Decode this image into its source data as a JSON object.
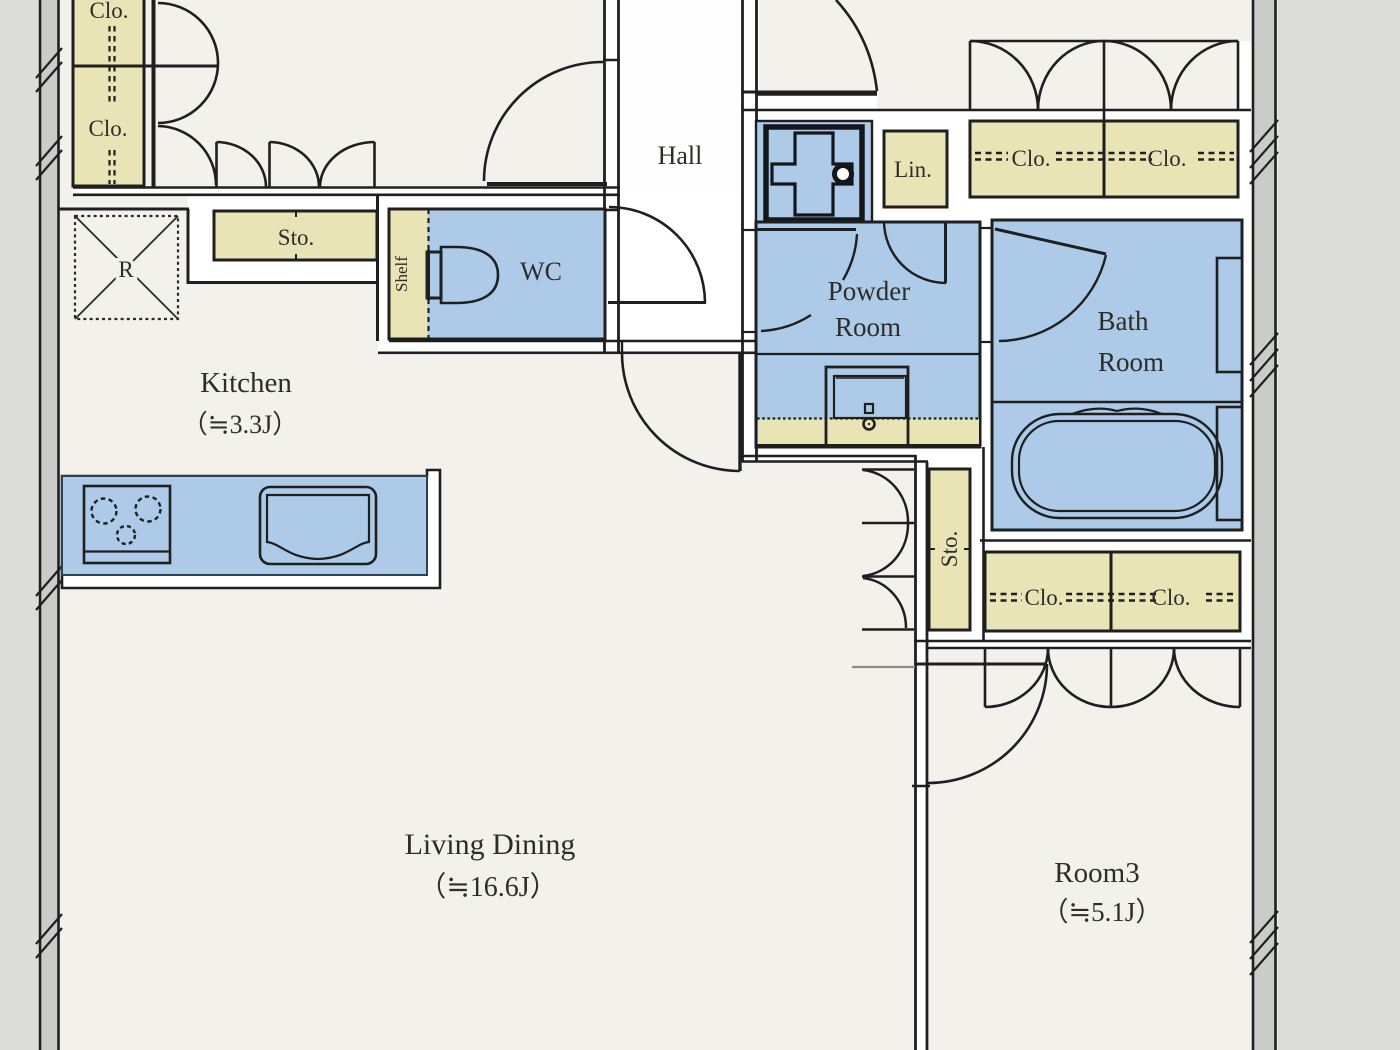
{
  "plan": {
    "type": "apartment-floor-plan",
    "rooms": {
      "hall": {
        "label": "Hall"
      },
      "wc": {
        "label": "WC"
      },
      "kitchen": {
        "label": "Kitchen",
        "size": "（≒3.3J）"
      },
      "living_dining": {
        "label": "Living Dining",
        "size": "（≒16.6J）"
      },
      "powder_room": {
        "label_line1": "Powder",
        "label_line2": "Room"
      },
      "bath_room": {
        "label_line1": "Bath",
        "label_line2": "Room"
      },
      "room3": {
        "label": "Room3",
        "size": "（≒5.1J）"
      }
    },
    "storage": {
      "closet_left_upper": {
        "label": "Clo."
      },
      "closet_left_lower": {
        "label": "Clo."
      },
      "closet_north_left": {
        "label": "Clo."
      },
      "closet_north_right": {
        "label": "Clo."
      },
      "closet_room3_left": {
        "label": "Clo."
      },
      "closet_room3_right": {
        "label": "Clo."
      },
      "storage_kitchen": {
        "label": "Sto."
      },
      "storage_corridor": {
        "label": "Sto."
      },
      "linen": {
        "label": "Lin."
      },
      "shelf": {
        "label": "Shelf"
      },
      "refrigerator": {
        "label": "R"
      }
    },
    "colors": {
      "wet_room_fill": "#adcbe9",
      "storage_fill": "#e9e4b6",
      "floor_fill": "#f2f1ec",
      "hall_floor_fill": "#fefefe",
      "outside_fill": "#dcdddb",
      "exterior_wall_fill": "#caccca",
      "line_color": "#1f1f1f"
    }
  }
}
